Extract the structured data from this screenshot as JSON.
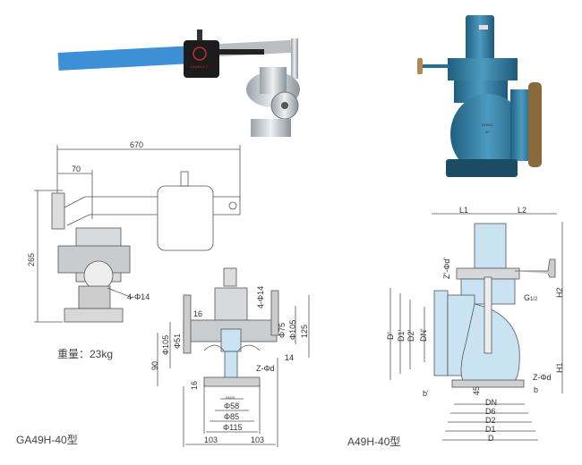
{
  "photos": {
    "left_valve": {
      "weight_label": "GA49H-2.7"
    },
    "right_valve": {
      "body_marking": "DN200",
      "pressure_marking": "40"
    }
  },
  "ga49h": {
    "model": "GA49H-40型",
    "weight": "重量：23kg",
    "side_view": {
      "dim_total_length": "670",
      "dim_offset": "70",
      "dim_height": "265",
      "dim_bolt_holes": "4-Φ14"
    },
    "section_view": {
      "dim_flange_thickness_top": "16",
      "dim_bolt_holes_outlet": "4-Φ14",
      "dim_outlet_flange_dia": "Φ105",
      "dim_outlet_bore": "Φ51",
      "dim_height_90": "90",
      "dim_inlet_bolt_circle": "Φ75",
      "dim_inlet_flange_dia": "Φ105",
      "dim_height_125": "125",
      "dim_14": "14",
      "dim_bolts": "Z-Φd",
      "dim_flange_thickness_bottom": "16",
      "dim_dn": "DN25",
      "dim_58": "Φ58",
      "dim_85": "Φ85",
      "dim_115": "Φ115",
      "dim_left_103": "103",
      "dim_right_103": "103"
    }
  },
  "a49h": {
    "model": "A49H-40型",
    "labels": {
      "L1": "L1",
      "L2": "L2",
      "H2": "H2",
      "H1": "H1",
      "outlet_bolts": "Z'-Φd'",
      "G": "G",
      "G_frac": "1/2",
      "D_prime": "D'",
      "D1_prime": "D1'",
      "D2_prime": "D2'",
      "DN_prime": "DN'",
      "inlet_bolts": "Z-Φd",
      "b_prime": "b'",
      "dim_45": "45",
      "b": "b",
      "DN": "DN",
      "D6": "D6",
      "D2": "D2",
      "D1": "D1",
      "D": "D"
    }
  },
  "colors": {
    "steel_blue": "#2f7fa3",
    "lever_blue": "#3d8fd6",
    "section_fill": "#c9e3f2",
    "metal": "#cfd3d6"
  }
}
